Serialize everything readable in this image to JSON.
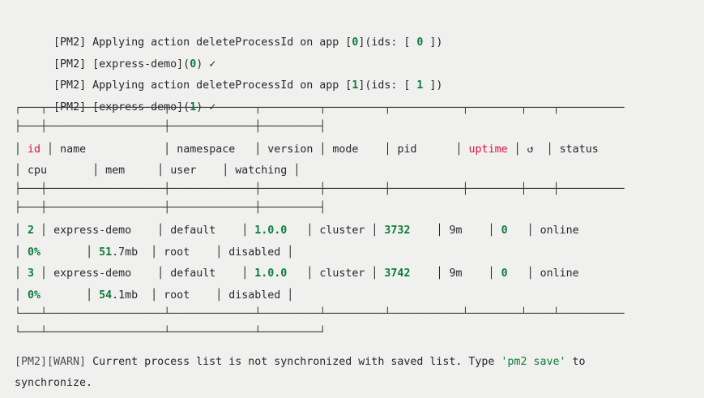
{
  "terminal": {
    "background": "#f0f0ee",
    "foreground": "#24292e",
    "accent_green": "#0d7c3d",
    "accent_crimson": "#d6154a",
    "rule_color": "#3b3b3b"
  },
  "log_lines": [
    {
      "prefix": "[PM2] ",
      "parts": [
        {
          "text": "Applying action deleteProcessId on app [",
          "style": "plain"
        },
        {
          "text": "0",
          "style": "green"
        },
        {
          "text": "](ids: [ ",
          "style": "plain"
        },
        {
          "text": "0",
          "style": "green"
        },
        {
          "text": " ])",
          "style": "plain"
        }
      ]
    },
    {
      "prefix": "[PM2] ",
      "parts": [
        {
          "text": "[express-demo](",
          "style": "plain"
        },
        {
          "text": "0",
          "style": "green"
        },
        {
          "text": ") ",
          "style": "plain"
        },
        {
          "text": "✓",
          "style": "plain"
        }
      ]
    },
    {
      "prefix": "[PM2] ",
      "parts": [
        {
          "text": "Applying action deleteProcessId on app [",
          "style": "plain"
        },
        {
          "text": "1",
          "style": "green"
        },
        {
          "text": "](ids: [ ",
          "style": "plain"
        },
        {
          "text": "1",
          "style": "green"
        },
        {
          "text": " ])",
          "style": "plain"
        }
      ]
    },
    {
      "prefix": "[PM2] ",
      "parts": [
        {
          "text": "[express-demo](",
          "style": "plain"
        },
        {
          "text": "1",
          "style": "green"
        },
        {
          "text": ") ",
          "style": "plain"
        },
        {
          "text": "✓",
          "style": "plain"
        }
      ]
    }
  ],
  "table": {
    "top_rule_wide": "┌───┬──────────────────┬─────────────┬─────────┬─────────┬───────────┬────────┬────┬──────────",
    "top_rule_narrow": "├───┼──────────────────┼─────────────┼─────────┤",
    "mid_rule_wide": "├───┼──────────────────┼─────────────┼─────────┼─────────┼───────────┼────────┼────┼──────────",
    "mid_rule_narrow": "├───┼──────────────────┼─────────────┼─────────┤",
    "bot_rule_wide": "└───┴──────────────────┴─────────────┴─────────┴─────────┴───────────┴────────┴────┴──────────",
    "bot_rule_narrow": "└───┴──────────────────┴─────────────┴─────────┘",
    "headers_primary": [
      "id",
      "name",
      "namespace",
      "version",
      "mode",
      "pid",
      "uptime",
      "↺",
      "status"
    ],
    "headers_secondary": [
      "cpu",
      "mem",
      "user",
      "watching"
    ],
    "header_highlight": [
      "id",
      "uptime"
    ],
    "restart_icon": "↺",
    "rows": [
      {
        "id": "2",
        "name": "express-demo",
        "namespace": "default",
        "version": "1.0.0",
        "mode": "cluster",
        "pid": "3732",
        "uptime": "9m",
        "restarts": "0",
        "status": "online",
        "cpu": "0%",
        "mem_value": "51",
        "mem_suffix": ".7mb",
        "user": "root",
        "watching": "disabled"
      },
      {
        "id": "3",
        "name": "express-demo",
        "namespace": "default",
        "version": "1.0.0",
        "mode": "cluster",
        "pid": "3742",
        "uptime": "9m",
        "restarts": "0",
        "status": "online",
        "cpu": "0%",
        "mem_value": "54",
        "mem_suffix": ".1mb",
        "user": "root",
        "watching": "disabled"
      }
    ]
  },
  "warning": {
    "prefix": "[PM2][WARN] ",
    "text_before": "Current process list is not synchronized with saved list. Type ",
    "command": "'pm2 save'",
    "text_after": " to",
    "text_wrapped": "synchronize."
  }
}
